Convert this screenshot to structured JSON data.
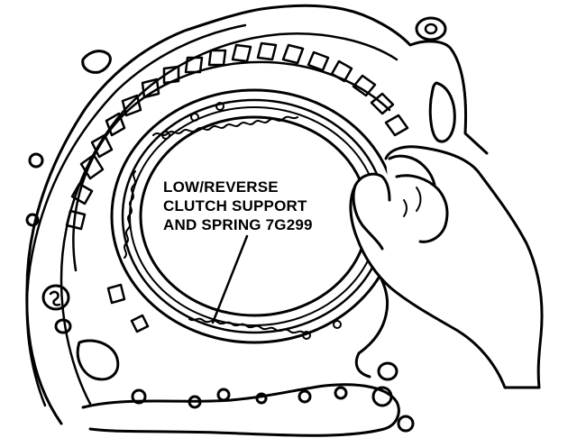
{
  "callout": {
    "lines": [
      "LOW/REVERSE",
      "CLUTCH SUPPORT",
      "AND SPRING 7G299"
    ]
  },
  "colors": {
    "ink": "#000000",
    "paper": "#ffffff"
  }
}
